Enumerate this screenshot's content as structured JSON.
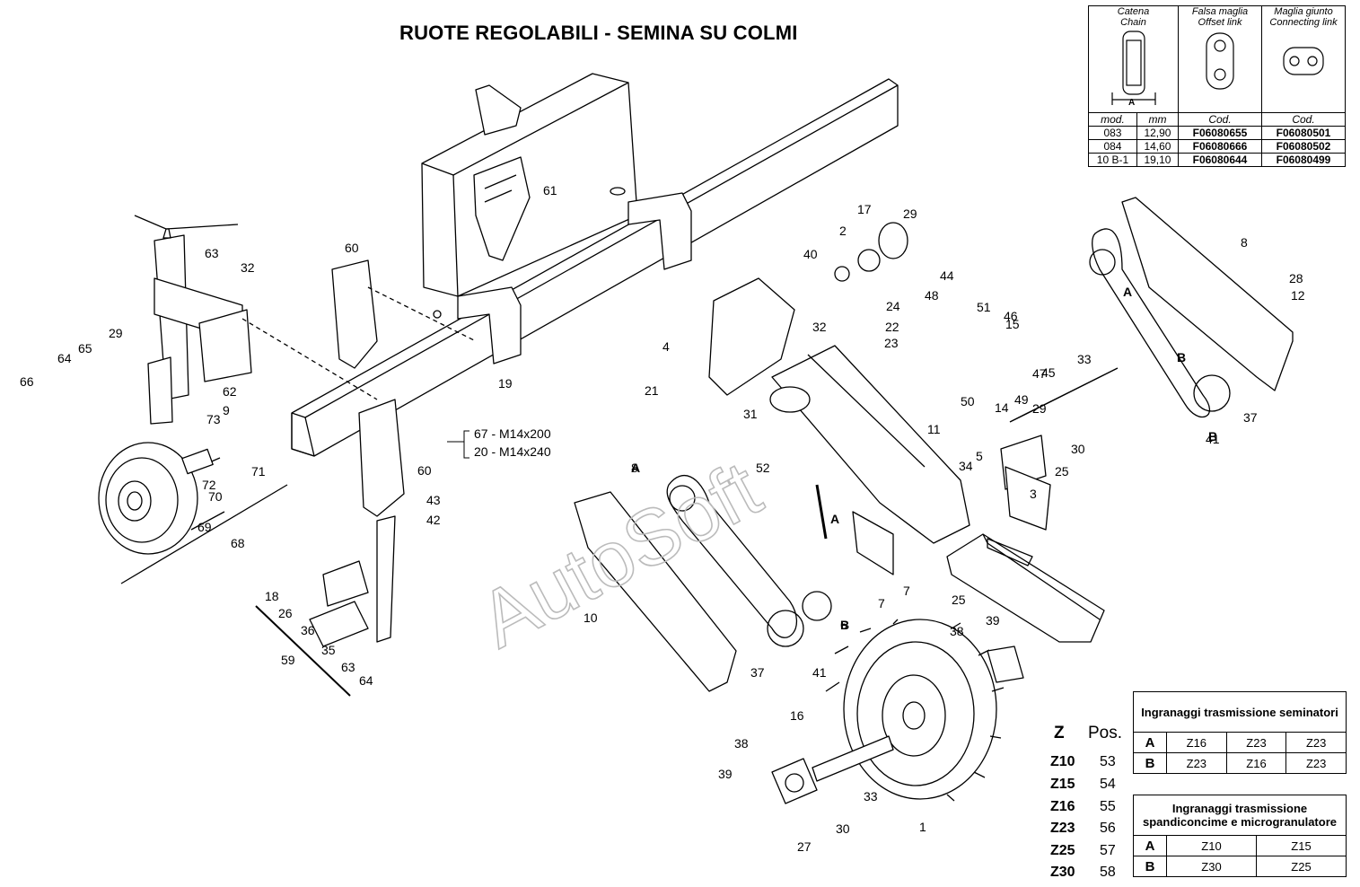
{
  "title": "RUOTE REGOLABILI  -  SEMINA SU COLMI",
  "watermark": "AutoSoft",
  "chain_table": {
    "headers": [
      {
        "it": "Catena",
        "en": "Chain"
      },
      {
        "it": "Falsa maglia",
        "en": "Offset link"
      },
      {
        "it": "Maglia giunto",
        "en": "Connecting link"
      }
    ],
    "dimension_label": "A",
    "subheaders": [
      "mod.",
      "mm",
      "Cod.",
      "Cod."
    ],
    "rows": [
      [
        "083",
        "12,90",
        "F06080655",
        "F06080501"
      ],
      [
        "084",
        "14,60",
        "F06080666",
        "F06080502"
      ],
      [
        "10 B-1",
        "19,10",
        "F06080644",
        "F06080499"
      ]
    ]
  },
  "gear_table_1": {
    "title": "Ingranaggi trasmissione seminatori",
    "rows": [
      [
        "A",
        "Z16",
        "Z23",
        "Z23"
      ],
      [
        "B",
        "Z23",
        "Z16",
        "Z23"
      ]
    ]
  },
  "gear_table_2": {
    "title_line1": "Ingranaggi trasmissione",
    "title_line2": "spandiconcime  e microgranulatore",
    "rows": [
      [
        "A",
        "Z10",
        "Z15"
      ],
      [
        "B",
        "Z30",
        "Z25"
      ]
    ]
  },
  "z_legend": {
    "header_z": "Z",
    "header_pos": "Pos.",
    "rows": [
      [
        "Z10",
        "53"
      ],
      [
        "Z15",
        "54"
      ],
      [
        "Z16",
        "55"
      ],
      [
        "Z23",
        "56"
      ],
      [
        "Z25",
        "57"
      ],
      [
        "Z30",
        "58"
      ]
    ]
  },
  "bolt_notes": [
    "67 - M14x200",
    "20 - M14x240"
  ],
  "callouts": [
    "61",
    "63",
    "32",
    "60",
    "29",
    "65",
    "64",
    "66",
    "62",
    "9",
    "73",
    "71",
    "72",
    "70",
    "69",
    "68",
    "19",
    "60",
    "43",
    "42",
    "18",
    "26",
    "36",
    "35",
    "59",
    "63",
    "64",
    "4",
    "21",
    "32",
    "22",
    "23",
    "31",
    "17",
    "2",
    "29",
    "40",
    "24",
    "44",
    "48",
    "51",
    "46",
    "15",
    "50",
    "14",
    "49",
    "47",
    "45",
    "33",
    "29",
    "11",
    "52",
    "10",
    "8",
    "A",
    "5",
    "34",
    "30",
    "25",
    "3",
    "7",
    "7",
    "25",
    "6",
    "B",
    "41",
    "37",
    "38",
    "39",
    "16",
    "38",
    "39",
    "33",
    "30",
    "27",
    "1",
    "8",
    "28",
    "12",
    "A",
    "B",
    "37",
    "41",
    "A",
    "B"
  ]
}
